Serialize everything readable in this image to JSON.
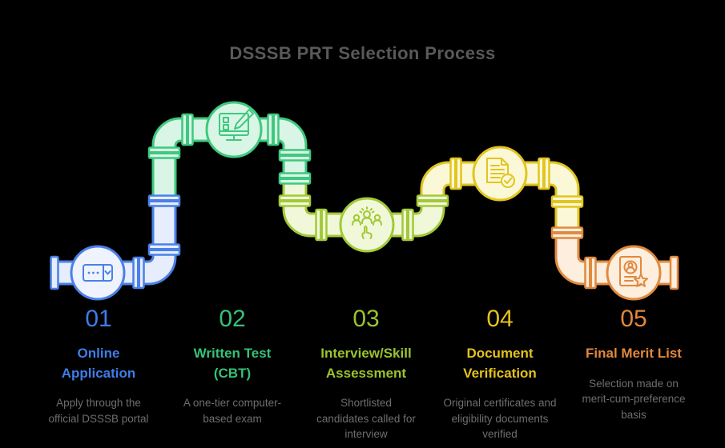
{
  "title": "DSSSB PRT Selection Process",
  "colors": {
    "title_text": "#58595b",
    "description_text": "#6d6e70",
    "background": "#000000"
  },
  "steps": [
    {
      "number": "01",
      "label": "Online Application",
      "description": "Apply through the official DSSSB portal",
      "accent": "#3e7de9",
      "pipe_stroke": "#4a80e8",
      "pipe_fill": "#e6edfc",
      "node_fill": "#eef3fd",
      "icon": "application-form-icon"
    },
    {
      "number": "02",
      "label": "Written Test (CBT)",
      "description": "A one-tier computer-based exam",
      "accent": "#35c178",
      "pipe_stroke": "#3ec97f",
      "pipe_fill": "#d9f5e5",
      "node_fill": "#d9f5e5",
      "icon": "computer-exam-icon"
    },
    {
      "number": "03",
      "label": "Interview/Skill Assessment",
      "description": "Shortlisted candidates called for interview",
      "accent": "#9cc32d",
      "pipe_stroke": "#a2c938",
      "pipe_fill": "#f1f8d9",
      "node_fill": "#f1f8d9",
      "icon": "interview-panel-icon"
    },
    {
      "number": "04",
      "label": "Document Verification",
      "description": "Original certificates and eligibility documents verified",
      "accent": "#e3c21c",
      "pipe_stroke": "#e2c51f",
      "pipe_fill": "#fbf8d7",
      "node_fill": "#fbf8d7",
      "icon": "document-check-icon"
    },
    {
      "number": "05",
      "label": "Final Merit List",
      "description": "Selection made on merit-cum-preference basis",
      "accent": "#e2883b",
      "pipe_stroke": "#e08a3e",
      "pipe_fill": "#fdeede",
      "node_fill": "#fdeede",
      "icon": "merit-certificate-icon"
    }
  ]
}
